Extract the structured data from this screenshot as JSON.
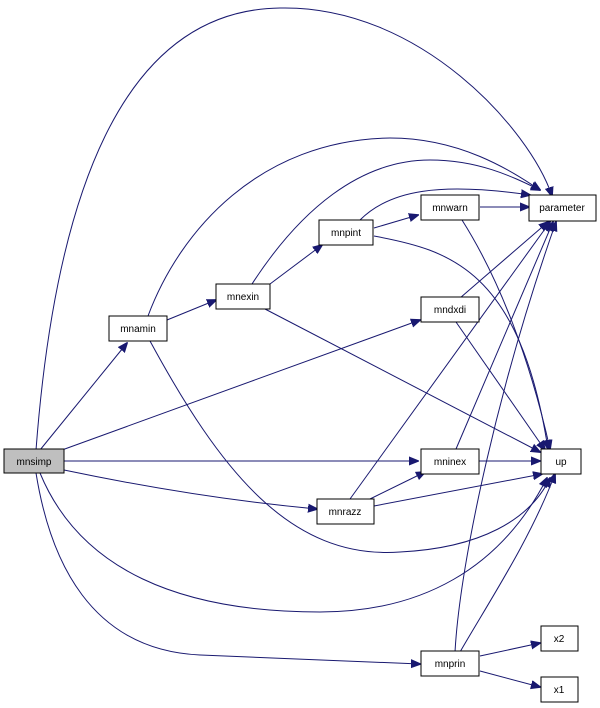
{
  "graph": {
    "nodes": {
      "mnsimp": "mnsimp",
      "mnamin": "mnamin",
      "mnexin": "mnexin",
      "mnpint": "mnpint",
      "mnwarn": "mnwarn",
      "parameter": "parameter",
      "mndxdi": "mndxdi",
      "mninex": "mninex",
      "up": "up",
      "mnrazz": "mnrazz",
      "mnprin": "mnprin",
      "x2": "x2",
      "x1": "x1"
    },
    "colors": {
      "edge": "#191970",
      "node_fill": "#ffffff",
      "root_fill": "#bfbfbf",
      "node_border": "#000000"
    }
  }
}
